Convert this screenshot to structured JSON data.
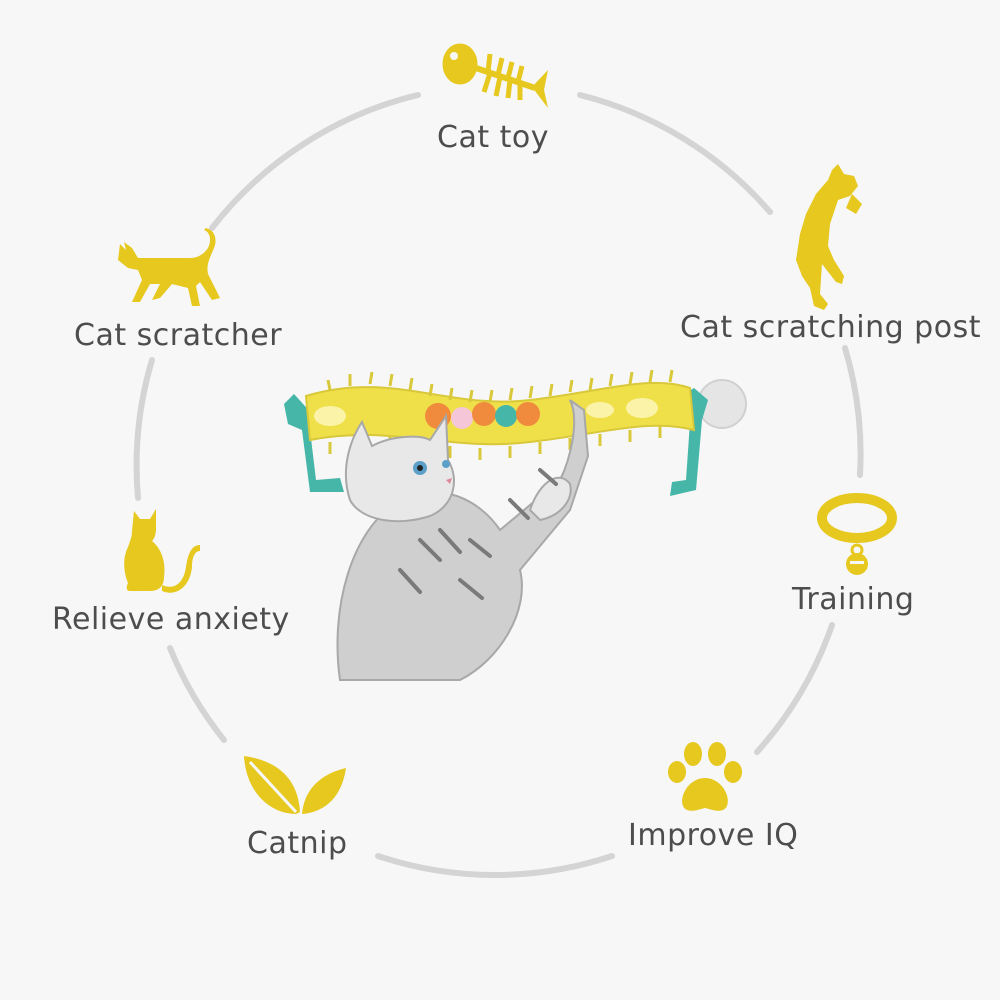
{
  "colors": {
    "background": "#f7f7f7",
    "ring": "#d4d4d4",
    "accent_yellow": "#e6c81e",
    "toy_yellow": "#efe04a",
    "toy_teal": "#45b6a8",
    "text": "#4d4d4d"
  },
  "features": [
    {
      "label": "Cat toy",
      "icon": "fish-bone-icon"
    },
    {
      "label": "Cat scratching post",
      "icon": "standing-cat-icon"
    },
    {
      "label": "Training",
      "icon": "cat-collar-icon"
    },
    {
      "label": "Improve IQ",
      "icon": "paw-print-icon"
    },
    {
      "label": "Catnip",
      "icon": "leaves-icon"
    },
    {
      "label": "Relieve anxiety",
      "icon": "sitting-cat-icon"
    },
    {
      "label": "Cat scratcher",
      "icon": "walking-cat-icon"
    }
  ],
  "center_image": {
    "subject": "kitten playing with wall-mounted ball track toy"
  }
}
